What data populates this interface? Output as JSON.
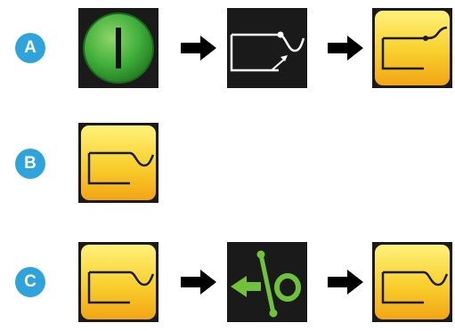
{
  "rows": [
    {
      "label": "A",
      "sequence": [
        "power-on-button",
        "arrow",
        "wire-position-indicator",
        "arrow",
        "wire-positioned-yellow-button"
      ]
    },
    {
      "label": "B",
      "sequence": [
        "wire-positioned-yellow-button"
      ]
    },
    {
      "label": "C",
      "sequence": [
        "wire-positioned-yellow-button",
        "arrow",
        "retract-wire-button",
        "arrow",
        "wire-positioned-yellow-button"
      ]
    }
  ],
  "colors": {
    "badge": "#2ea3dc",
    "power_green": "#3fae3a",
    "tile_black": "#1a1a1a",
    "yellow_top": "#fff27a",
    "yellow_bottom": "#f2a516",
    "retract_green": "#6fc23a"
  }
}
